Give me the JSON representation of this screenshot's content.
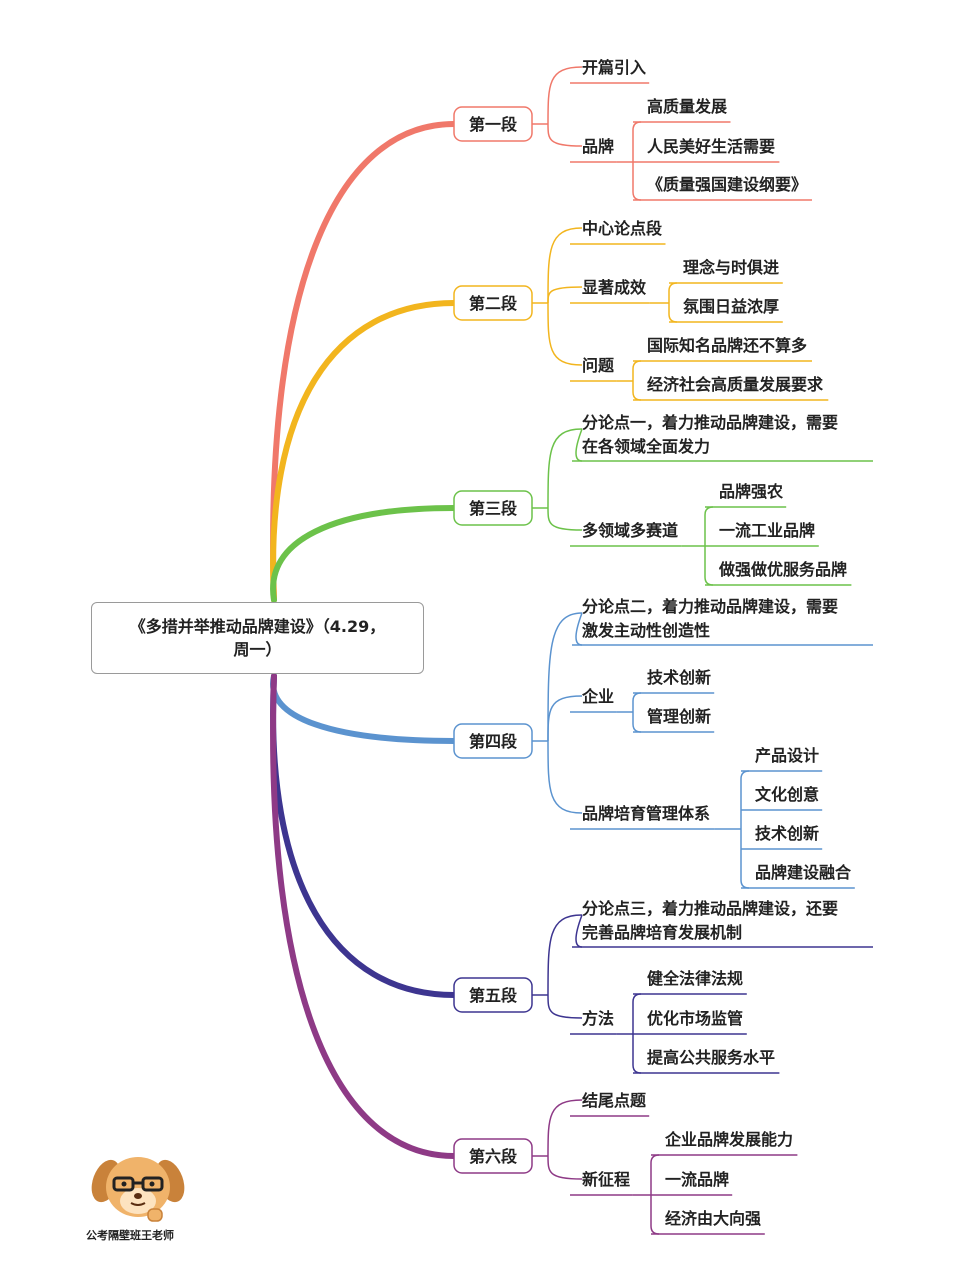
{
  "root": {
    "line1": "《多措并举推动品牌建设》（4.29，",
    "line2": "周一）"
  },
  "credit": "公考隔壁班王老师",
  "sections": [
    {
      "label": "第一段",
      "color": "#f0786a",
      "items": [
        {
          "text": "开篇引入"
        },
        {
          "text": "品牌",
          "children": [
            "高质量发展",
            "人民美好生活需要",
            "《质量强国建设纲要》"
          ]
        }
      ]
    },
    {
      "label": "第二段",
      "color": "#f2b51e",
      "items": [
        {
          "text": "中心论点段"
        },
        {
          "text": "显著成效",
          "children": [
            "理念与时俱进",
            "氛围日益浓厚"
          ]
        },
        {
          "text": "问题",
          "children": [
            "国际知名品牌还不算多",
            "经济社会高质量发展要求"
          ]
        }
      ]
    },
    {
      "label": "第三段",
      "color": "#6cc24a",
      "items": [
        {
          "text": "分论点一，着力推动品牌建设，需要在各领域全面发力",
          "lines": [
            "分论点一，着力推动品牌建设，需要",
            "在各领域全面发力"
          ]
        },
        {
          "text": "多领域多赛道",
          "children": [
            "品牌强农",
            "一流工业品牌",
            "做强做优服务品牌"
          ]
        }
      ]
    },
    {
      "label": "第四段",
      "color": "#5b93cf",
      "items": [
        {
          "text": "分论点二，着力推动品牌建设，需要激发主动性创造性",
          "lines": [
            "分论点二，着力推动品牌建设，需要",
            "激发主动性创造性"
          ]
        },
        {
          "text": "企业",
          "children": [
            "技术创新",
            "管理创新"
          ]
        },
        {
          "text": "品牌培育管理体系",
          "children": [
            "产品设计",
            "文化创意",
            "技术创新",
            "品牌建设融合"
          ]
        }
      ]
    },
    {
      "label": "第五段",
      "color": "#3d3590",
      "items": [
        {
          "text": "分论点三，着力推动品牌建设，还要完善品牌培育发展机制",
          "lines": [
            "分论点三，着力推动品牌建设，还要",
            "完善品牌培育发展机制"
          ]
        },
        {
          "text": "方法",
          "children": [
            "健全法律法规",
            "优化市场监管",
            "提高公共服务水平"
          ]
        }
      ]
    },
    {
      "label": "第六段",
      "color": "#8e3a86",
      "items": [
        {
          "text": "结尾点题"
        },
        {
          "text": "新征程",
          "children": [
            "企业品牌发展能力",
            "一流品牌",
            "经济由大向强"
          ]
        }
      ]
    }
  ]
}
